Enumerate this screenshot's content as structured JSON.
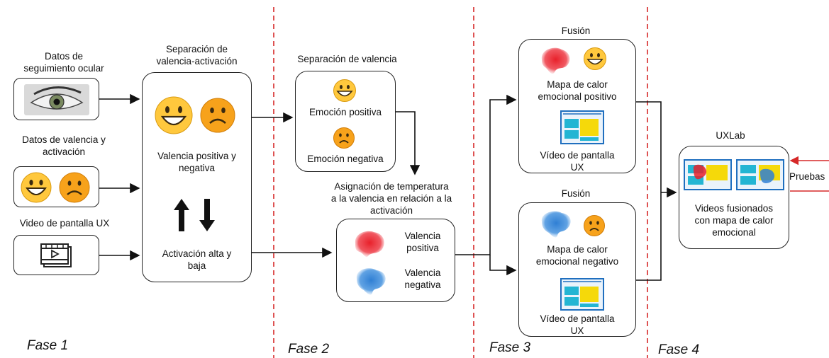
{
  "phase1": {
    "label": "Fase 1",
    "input_eye_title": "Datos de\nseguimiento ocular",
    "input_valence_title": "Datos de valencia y\nactivación",
    "input_video_title": "Video de pantalla UX",
    "separation_title": "Separación de\nvalencia-activación",
    "valence_text": "Valencia positiva y\nnegativa",
    "activation_text": "Activación alta y\nbaja"
  },
  "phase2": {
    "label": "Fase 2",
    "valence_sep_title": "Separación de valencia",
    "positive_emotion": "Emoción positiva",
    "negative_emotion": "Emoción negativa",
    "temp_title": "Asignación de temperatura\na la valencia en relación a la\nactivación",
    "positive_valence": "Valencia\npositiva",
    "negative_valence": "Valencia\nnegativa"
  },
  "phase3": {
    "label": "Fase 3",
    "fusion_top_title": "Fusión",
    "fusion_top_map": "Mapa de calor\nemocional positivo",
    "fusion_top_video": "Vídeo de pantalla\nUX",
    "fusion_bottom_title": "Fusión",
    "fusion_bottom_map": "Mapa de calor\nemocional negativo",
    "fusion_bottom_video": "Vídeo de pantalla\nUX"
  },
  "phase4": {
    "label": "Fase 4",
    "uxlab_title": "UXLab",
    "uxlab_text": "Videos fusionados\ncon mapa de calor\nemocional",
    "tests_label": "Pruebas"
  },
  "colors": {
    "divider": "#d62828",
    "heat_red": "#e8202a",
    "heat_blue": "#2f7fd4",
    "emoji_yellow": "#ffc83d",
    "emoji_orange": "#f7a21b",
    "screen_frame": "#1f6fbf",
    "screen_block_yellow": "#f5d90a",
    "screen_block_cyan": "#23b5d3"
  },
  "icons": [
    "eye-icon",
    "happy-face-icon",
    "sad-face-icon",
    "video-film-icon",
    "arrow-up-icon",
    "arrow-down-icon",
    "heat-blob-red-icon",
    "heat-blob-blue-icon",
    "screen-thumbnail-icon"
  ]
}
